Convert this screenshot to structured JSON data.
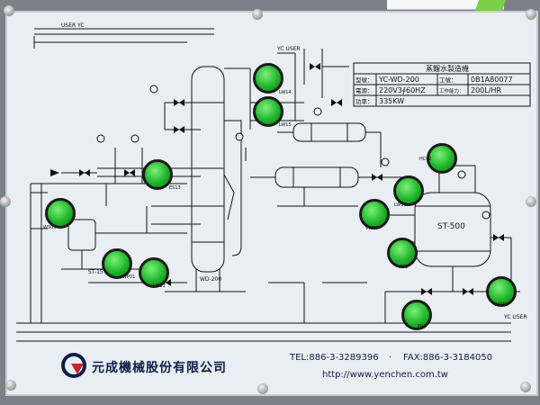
{
  "spec_table": {
    "title": "蒸餾水製造機",
    "row1": {
      "k1": "型號：",
      "v1": "YC-WD-200",
      "k2": "工號：",
      "v2": "0B1A80077"
    },
    "row2": {
      "k1": "電源：",
      "v1": "220V3∮60HZ",
      "k2": "工作能力：",
      "v2": "200L/HR"
    },
    "row3": {
      "k1": "功率：",
      "v1": "335KW"
    }
  },
  "company": {
    "name": "元成機械股份有限公司",
    "tel": "TEL:886-3-3289396",
    "sep": "‧",
    "fax": "FAX:886-3-3184050",
    "url": "http://www.yenchen.com.tw"
  },
  "labels": {
    "user_yc_top": "USER YC",
    "yc_user_mid": "YC USER",
    "st500": "ST-500",
    "wd200": "WD-200",
    "st15": "ST-15",
    "yc_user_bottom": "YC USER"
  },
  "buttons": [
    {
      "id": "lw14",
      "tag": "LW14"
    },
    {
      "id": "lw15",
      "tag": "LW15"
    },
    {
      "id": "es13",
      "tag": "ES13"
    },
    {
      "id": "ws03",
      "tag": "WS03"
    },
    {
      "id": "wp01",
      "tag": "WP01"
    },
    {
      "id": "lw13",
      "tag": "LW13"
    },
    {
      "id": "hc02",
      "tag": "HC02"
    },
    {
      "id": "lw16",
      "tag": "LW16"
    },
    {
      "id": "vw07",
      "tag": "VW07"
    },
    {
      "id": "p01",
      "tag": "P01"
    },
    {
      "id": "wp02",
      "tag": "WP02"
    },
    {
      "id": "p02",
      "tag": "P02"
    }
  ]
}
